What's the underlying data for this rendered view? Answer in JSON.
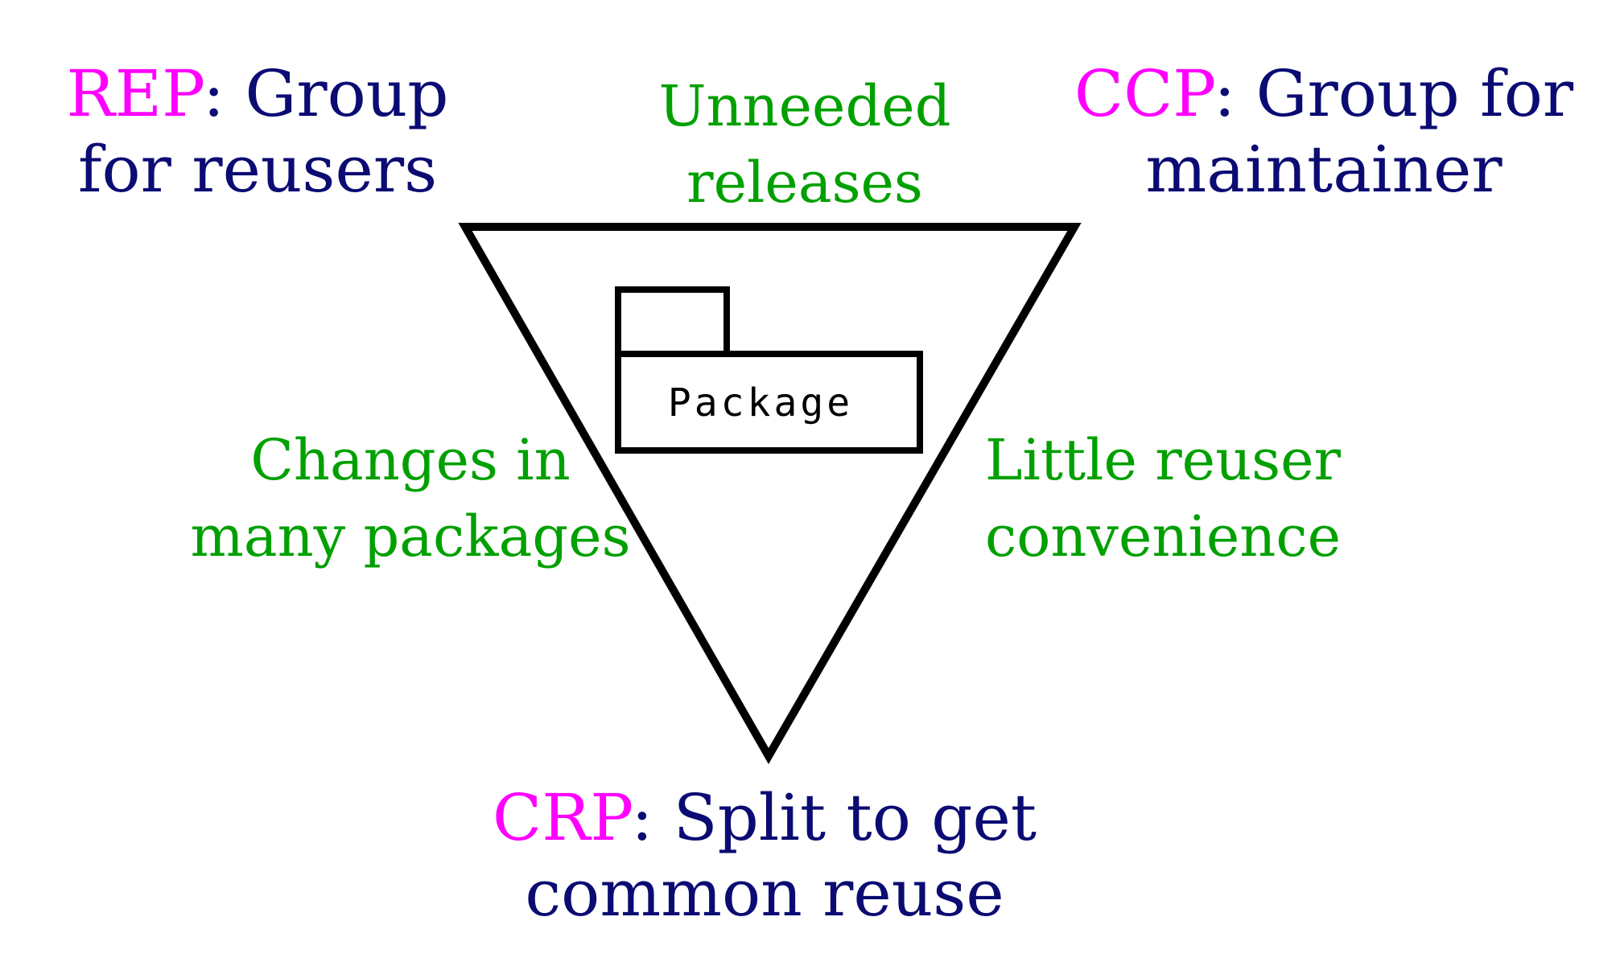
{
  "principles": {
    "rep": {
      "acronym": "REP",
      "line1": ": Group",
      "line2": "for reusers"
    },
    "ccp": {
      "acronym": "CCP",
      "line1": ": Group for",
      "line2": "maintainer"
    },
    "crp": {
      "acronym": "CRP",
      "line1": ": Split to get",
      "line2": "common reuse"
    }
  },
  "tensions": {
    "top": {
      "line1": "Unneeded",
      "line2": "releases"
    },
    "left": {
      "line1": "Changes in",
      "line2": "many packages"
    },
    "right": {
      "line1": "Little reuser",
      "line2": "convenience"
    }
  },
  "package": {
    "label": "Package"
  },
  "colors": {
    "acronym": "#ff00ff",
    "principle_text": "#0b0b73",
    "tension_text": "#00a000",
    "outline": "#000000"
  }
}
